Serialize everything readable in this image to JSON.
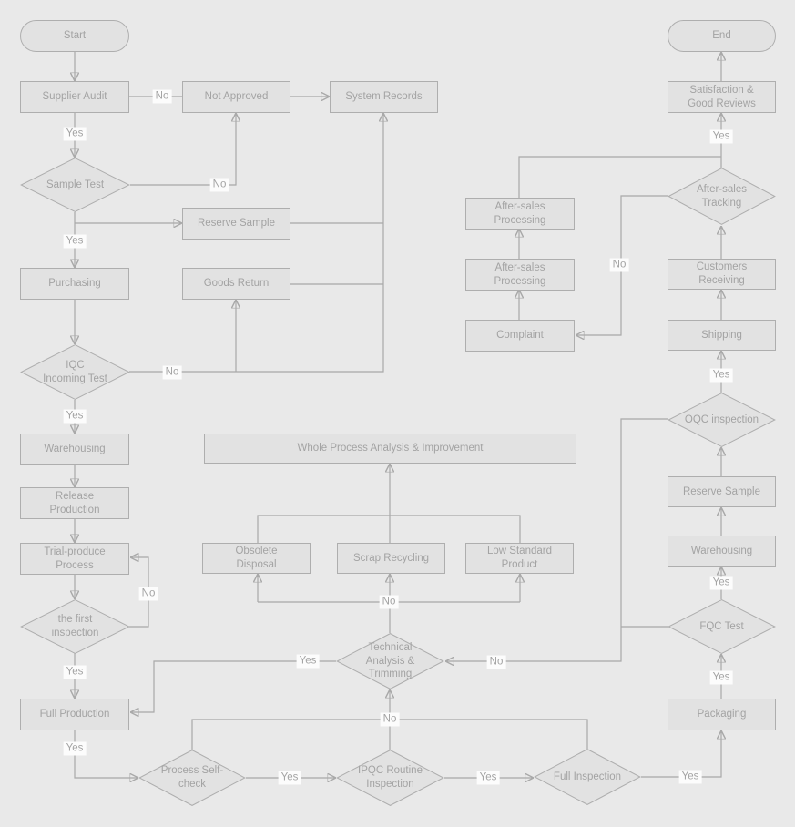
{
  "labels": {
    "yes": "Yes",
    "no": "No"
  },
  "colors": {
    "bg": "#e9e9e9",
    "fill": "#e2e2e2",
    "border": "#aeaeae",
    "line": "#a9a9a9",
    "arrow": "#939393",
    "text": "#a3a3a3",
    "chip": "#fcfcfc"
  },
  "nodes": {
    "start": "Start",
    "supplier_audit": "Supplier Audit",
    "not_approved": "Not Approved",
    "system_records": "System Records",
    "sample_test": "Sample Test",
    "reserve_sample": "Reserve Sample",
    "purchasing": "Purchasing",
    "goods_return": "Goods Return",
    "iqc_incoming_test": "IQC\nIncoming Test",
    "warehousing": "Warehousing",
    "release_production": "Release\nProduction",
    "trial_produce_process": "Trial-produce\nProcess",
    "first_inspection": "the first\ninspection",
    "full_production": "Full Production",
    "process_self_check": "Process Self-\ncheck",
    "ipqc_routine_inspection": "IPQC Routine\nInspection",
    "full_inspection": "Full Inspection",
    "technical_analysis": "Technical\nAnalysis &\nTrimming",
    "whole_process": "Whole Process Analysis & Improvement",
    "obsolete_disposal": "Obsolete\nDisposal",
    "scrap_recycling": "Scrap Recycling",
    "low_standard_product": "Low Standard\nProduct",
    "complaint": "Complaint",
    "after_sales_processing_1": "After-sales\nProcessing",
    "after_sales_processing_2": "After-sales\nProcessing",
    "after_sales_tracking": "After-sales\nTracking",
    "customers_receiving": "Customers\nReceiving",
    "shipping": "Shipping",
    "oqc_inspection": "OQC inspection",
    "reserve_sample_2": "Reserve Sample",
    "warehousing_2": "Warehousing",
    "fqc_test": "FQC Test",
    "packaging": "Packaging",
    "satisfaction": "Satisfaction &\nGood Reviews",
    "end": "End"
  }
}
